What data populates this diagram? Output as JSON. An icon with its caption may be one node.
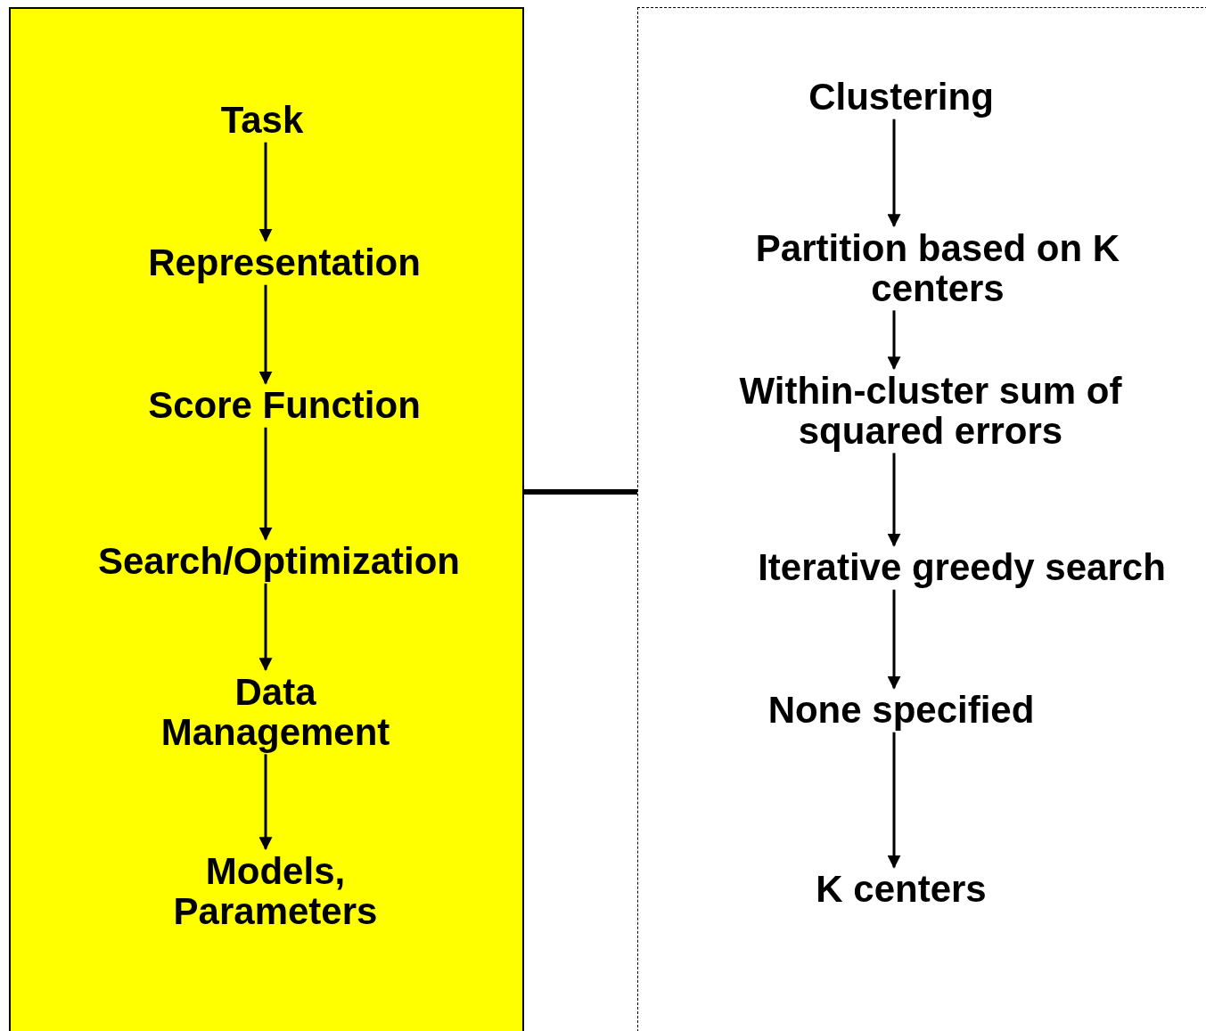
{
  "diagram": {
    "nodes": [
      {
        "text": [],
        "shape": "box"
      },
      {
        "text": [
          "Task"
        ],
        "in": 0
      },
      {
        "text": [
          "Representation"
        ],
        "in": 0
      },
      {
        "text": [
          "Score Function"
        ],
        "in": 0
      },
      {
        "text": [
          "Search/Optimization"
        ],
        "in": 0
      },
      {
        "text": [
          "Data Management"
        ],
        "in": 0
      },
      {
        "text": [
          "Models, Parameters"
        ],
        "in": 0
      },
      {
        "text": [],
        "shape": "box"
      },
      {
        "text": [
          "Clustering"
        ],
        "in": 7
      },
      {
        "text": [
          "Partition based on K centers"
        ],
        "in": 7
      },
      {
        "text": [
          "Within-cluster sum of squared errors"
        ],
        "in": 7
      },
      {
        "text": [
          "Iterative greedy search"
        ],
        "in": 7
      },
      {
        "text": [
          "None specified"
        ],
        "in": 7
      },
      {
        "text": [
          "K centers"
        ],
        "in": 7
      }
    ],
    "edges": [
      {
        "from": 1,
        "to": 2,
        "arrow": "to"
      },
      {
        "from": 2,
        "to": 3,
        "arrow": "to"
      },
      {
        "from": 3,
        "to": 4,
        "arrow": "to"
      },
      {
        "from": 4,
        "to": 5,
        "arrow": "to"
      },
      {
        "from": 5,
        "to": 6,
        "arrow": "to"
      },
      {
        "from": 8,
        "to": 9,
        "arrow": "to"
      },
      {
        "from": 9,
        "to": 10,
        "arrow": "to"
      },
      {
        "from": 10,
        "to": 11,
        "arrow": "to"
      },
      {
        "from": 11,
        "to": 12,
        "arrow": "to"
      },
      {
        "from": 12,
        "to": 13,
        "arrow": "to"
      },
      {
        "from": 0,
        "to": 7,
        "arrow": "none",
        "style": "thick"
      }
    ]
  }
}
